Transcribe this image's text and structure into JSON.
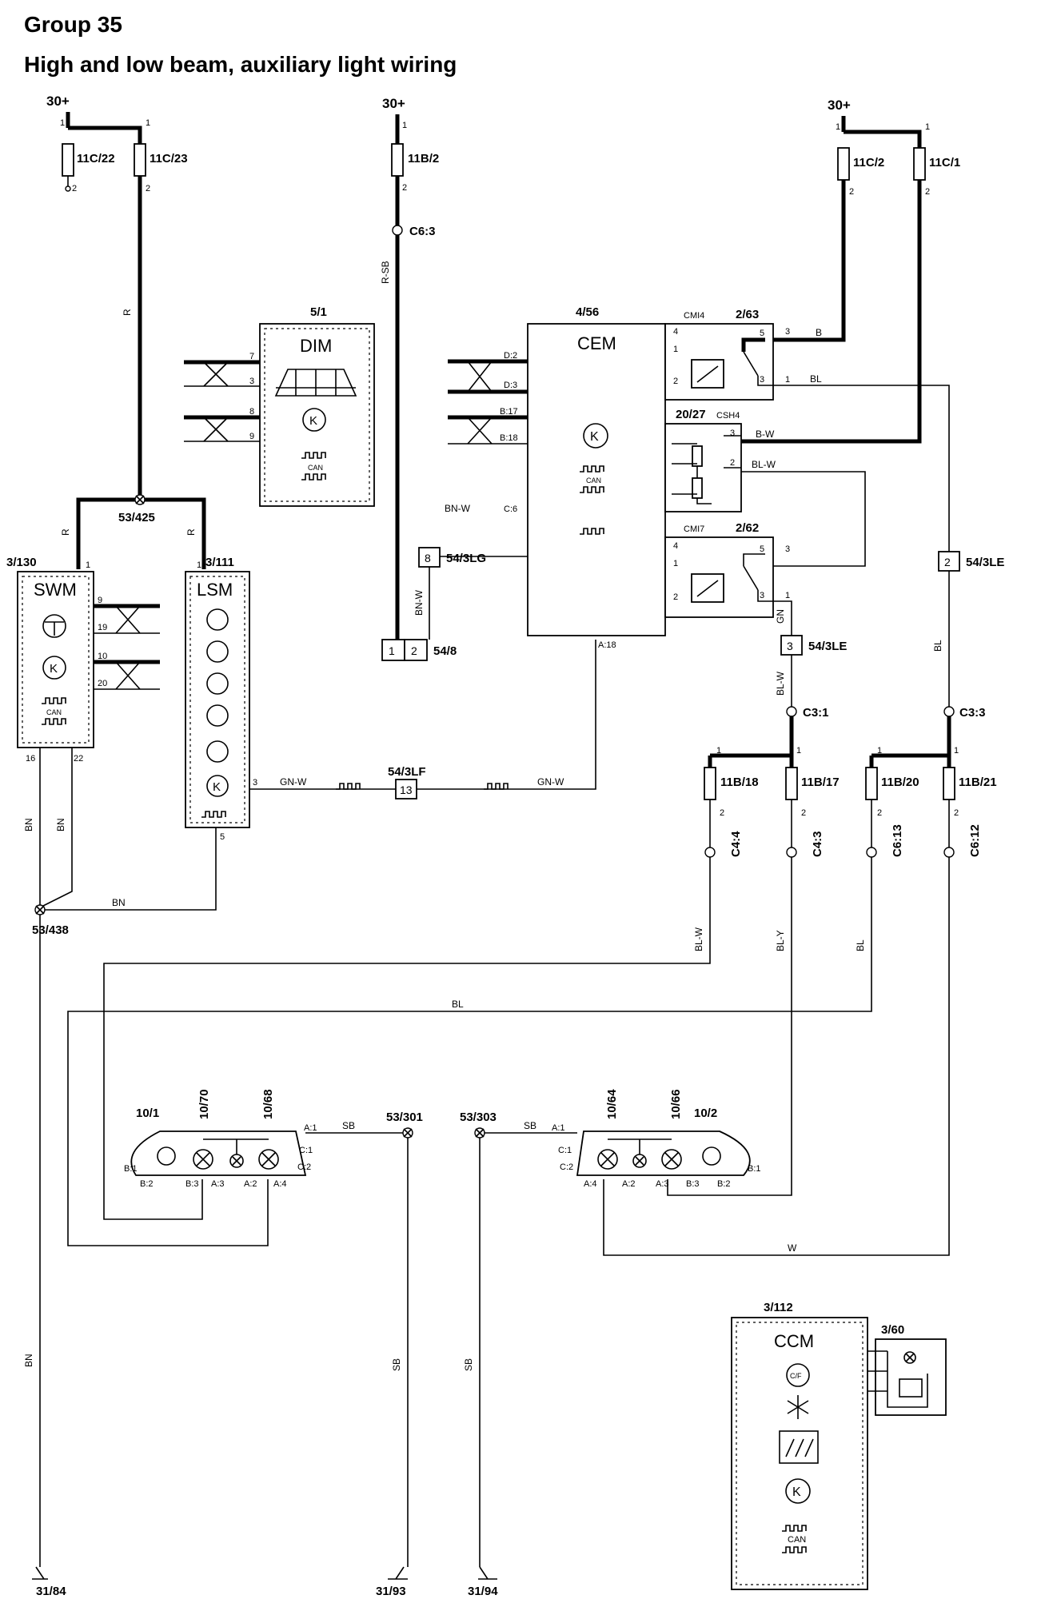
{
  "header": {
    "group": "Group 35",
    "title": "High and low beam, auxiliary light wiring"
  },
  "supplies": [
    "30+",
    "30+",
    "30+"
  ],
  "fuses": [
    "11C/22",
    "11C/23",
    "11B/2",
    "11C/2",
    "11C/1",
    "11B/18",
    "11B/17",
    "11B/20",
    "11B/21"
  ],
  "modules": {
    "dim": {
      "id": "5/1",
      "name": "DIM"
    },
    "cem": {
      "id": "4/56",
      "name": "CEM"
    },
    "swm": {
      "id": "3/130",
      "name": "SWM"
    },
    "lsm": {
      "id": "3/111",
      "name": "LSM"
    },
    "ccm": {
      "id": "3/112",
      "name": "CCM"
    }
  },
  "relays": {
    "r1": {
      "id": "2/63",
      "conn": "CMI4"
    },
    "r2": {
      "id": "20/27",
      "conn": "CSH4"
    },
    "r3": {
      "id": "2/62",
      "conn": "CMI7"
    }
  },
  "connectors": [
    "C6:3",
    "C3:1",
    "C3:3",
    "C4:4",
    "C4:3",
    "C6:13",
    "C6:12",
    "54/3LG",
    "54/8",
    "54/3LE",
    "54/3LE",
    "54/3LF",
    "53/425",
    "53/438",
    "53/301",
    "53/303"
  ],
  "box_numbers": [
    "8",
    "1",
    "2",
    "2",
    "3",
    "13"
  ],
  "headlamps": {
    "left": {
      "ids": [
        "10/1",
        "10/70",
        "10/68"
      ]
    },
    "right": {
      "ids": [
        "10/64",
        "10/66",
        "10/2"
      ]
    }
  },
  "switch_id": "3/60",
  "grounds": [
    "31/84",
    "31/93",
    "31/94"
  ],
  "wire_colors": [
    "R",
    "R",
    "R",
    "R-SB",
    "BN-W",
    "BN-W",
    "B",
    "BL",
    "B-W",
    "BL-W",
    "GN",
    "BL-W",
    "BL",
    "GN-W",
    "GN-W",
    "BN",
    "BN",
    "BN",
    "BL-W",
    "BL-Y",
    "BL",
    "BL",
    "W",
    "SB",
    "SB",
    "SB",
    "SB",
    "BN"
  ],
  "pin_labels": [
    "D:2",
    "D:3",
    "B:17",
    "B:18",
    "C:6",
    "A:18",
    "A:1",
    "C:1",
    "C:2",
    "B:1",
    "B:2",
    "B:3",
    "A:3",
    "A:2",
    "A:4",
    "CAN",
    "CAN",
    "CAN",
    "C/F"
  ],
  "colors": {
    "ink": "#000000",
    "background": "#ffffff"
  }
}
